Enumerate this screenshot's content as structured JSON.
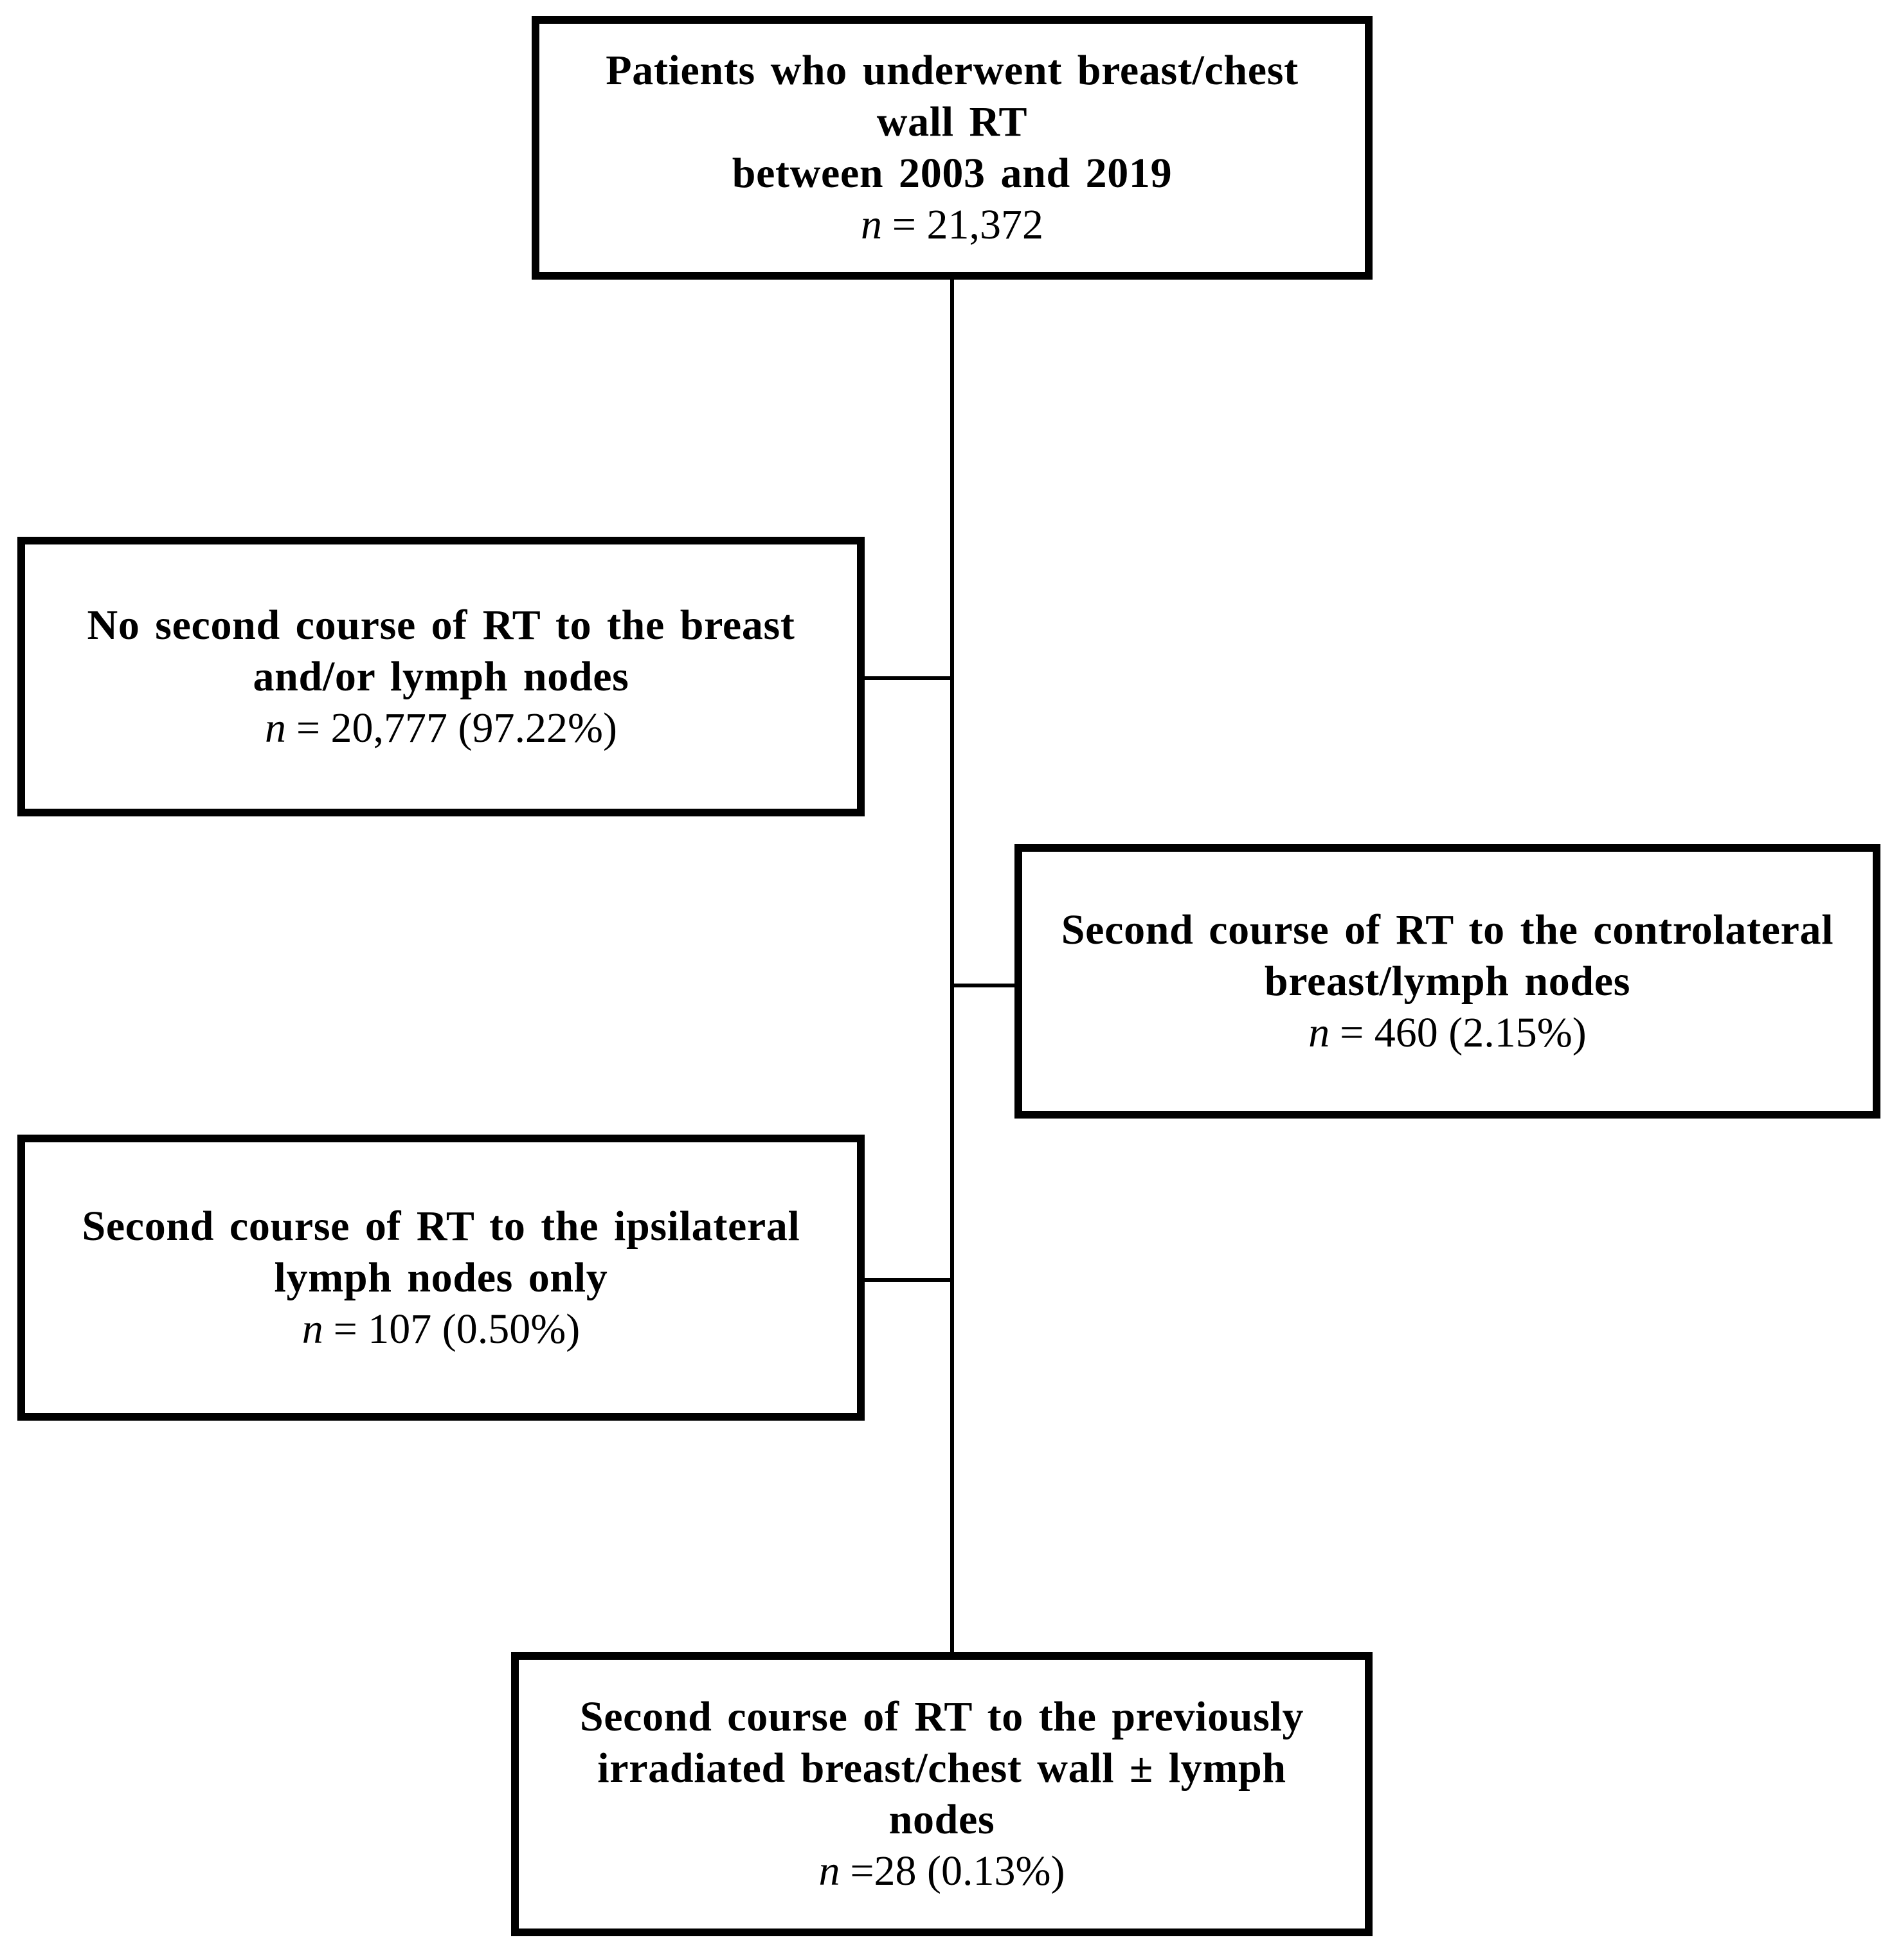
{
  "diagram": {
    "type": "patient-flow-chart",
    "background_color": "#ffffff",
    "line_color": "#000000",
    "boxes": {
      "source": {
        "title_lines": [
          "Patients who underwent breast/chest",
          "wall RT",
          "between 2003 and 2019"
        ],
        "n_symbol": "n",
        "n_value": "= 21,372"
      },
      "no_second_course": {
        "title_lines": [
          "No second course of RT to the breast",
          "and/or lymph nodes"
        ],
        "n_symbol": "n",
        "n_value": "= 20,777 (97.22%)"
      },
      "contralateral": {
        "title_lines": [
          "Second course of RT to the controlateral",
          "breast/lymph nodes"
        ],
        "n_symbol": "n",
        "n_value": "= 460 (2.15%)"
      },
      "ipsilateral": {
        "title_lines": [
          "Second course of RT to the ipsilateral",
          "lymph nodes only"
        ],
        "n_symbol": "n",
        "n_value": "= 107 (0.50%)"
      },
      "reirradiation": {
        "title_lines": [
          "Second course of RT to the previously",
          "irradiated breast/chest wall ± lymph",
          "nodes"
        ],
        "n_symbol": "n",
        "n_value": "=28 (0.13%)"
      }
    }
  }
}
